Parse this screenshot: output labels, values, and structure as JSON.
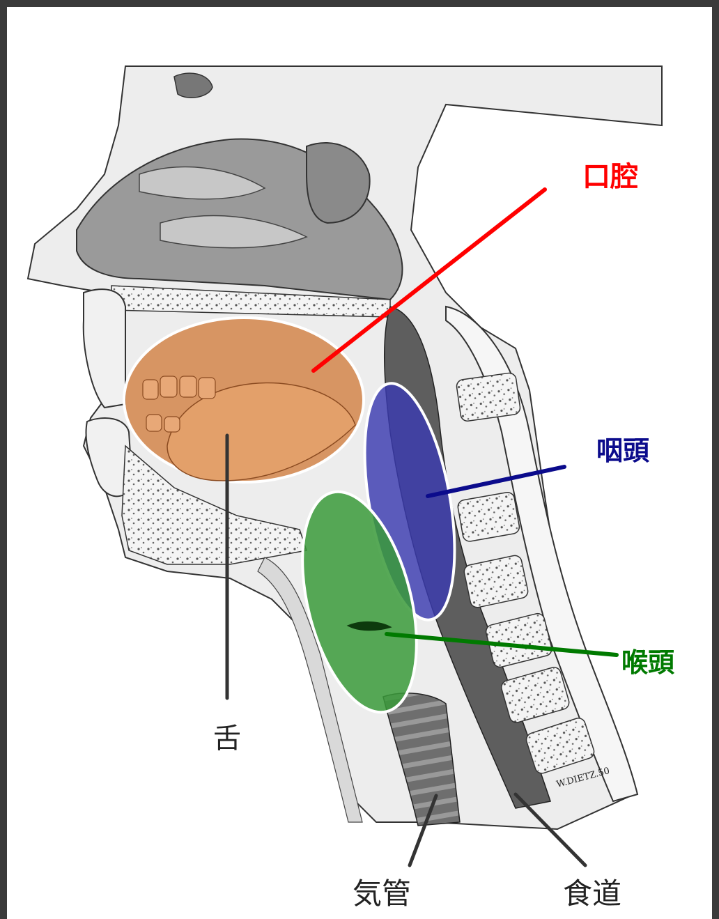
{
  "labels": {
    "oral_cavity": "口腔",
    "pharynx": "咽頭",
    "larynx": "喉頭",
    "tongue": "舌",
    "trachea": "気管",
    "esophagus": "食道"
  },
  "signature": "W.DIETZ.50",
  "colors": {
    "oral_cavity": "#ff0000",
    "pharynx": "#0b0b8c",
    "larynx": "#007a00",
    "neutral": "#333333",
    "oral_fill": "#d2854a",
    "pharynx_fill": "#3b3bb0",
    "larynx_fill": "#3a9a3a"
  },
  "icons": {
    "anatomy": "head-neck-sagittal-section-illustration"
  }
}
